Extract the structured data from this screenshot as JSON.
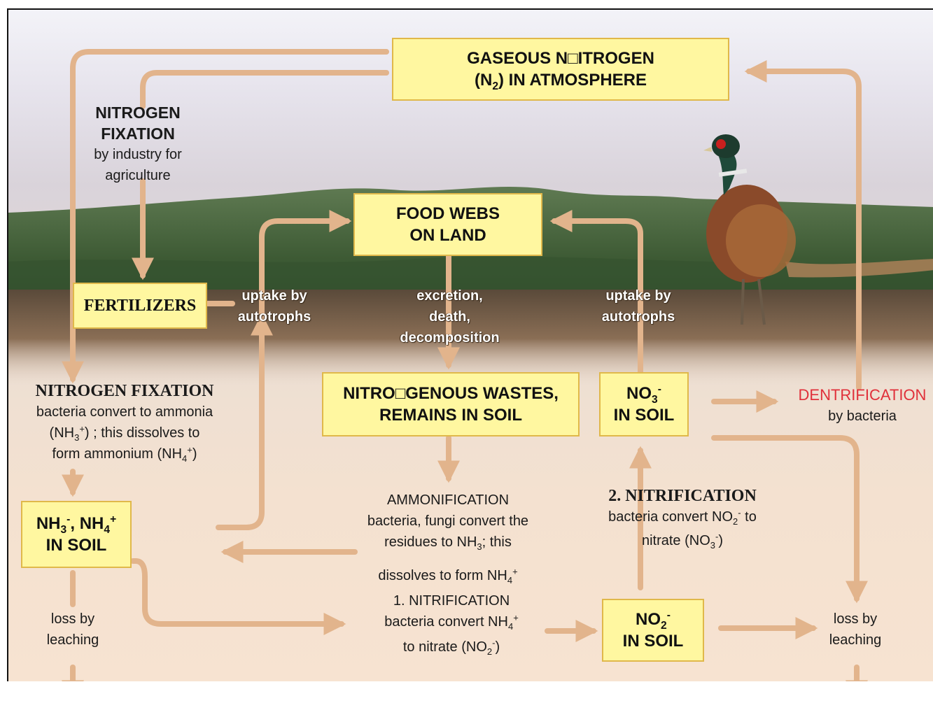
{
  "boxes": {
    "gaseous_line1": "GASEOUS N□ITROGEN",
    "gaseous_line2_pre": "(N",
    "gaseous_line2_sub": "2",
    "gaseous_line2_post": ") IN ATMOSPHERE",
    "food_line1": "FOOD WEBS",
    "food_line2": "ON LAND",
    "fertilizers": "FERTILIZERS",
    "wastes_line1": "NITRO□GENOUS WASTES,",
    "wastes_line2": "REMAINS IN SOIL",
    "no3_line1": "NO",
    "no3_sub": "3",
    "no3_sup": "-",
    "no3_line2": "IN SOIL",
    "nh_line1_a": "NH",
    "nh_line1_a_sub": "3",
    "nh_line1_a_sup": "-",
    "nh_line1_b": ", NH",
    "nh_line1_b_sub": "4",
    "nh_line1_b_sup": "+",
    "nh_line2": "IN SOIL",
    "no2_line1": "NO",
    "no2_sub": "2",
    "no2_sup": "-",
    "no2_line2": "IN SOIL"
  },
  "labels": {
    "fix_industry_title1": "NITROGEN",
    "fix_industry_title2": "FIXATION",
    "fix_industry_desc1": "by industry for",
    "fix_industry_desc2": "agriculture",
    "uptake_left1": "uptake by",
    "uptake_left2": "autotrophs",
    "excretion1": "excretion,",
    "excretion2": "death,",
    "excretion3": "decomposition",
    "uptake_right1": "uptake by",
    "uptake_right2": "autotrophs",
    "fix_bact_title": "NITROGEN FIXATION",
    "fix_bact_desc1": "bacteria convert to ammonia",
    "fix_bact_desc2_a": "(NH",
    "fix_bact_desc2_sub": "3",
    "fix_bact_desc2_sup": "+",
    "fix_bact_desc2_b": ") ; this dissolves to",
    "fix_bact_desc3_a": "form ammonium (NH",
    "fix_bact_desc3_sub": "4",
    "fix_bact_desc3_sup": "+",
    "fix_bact_desc3_b": ")",
    "denitrification": "DENTRIFICATION",
    "denitrification_by": "by bacteria",
    "ammon_title": "AMMONIFICATION",
    "ammon_desc1": "bacteria, fungi convert the",
    "ammon_desc2_a": "residues to NH",
    "ammon_desc2_sub": "3",
    "ammon_desc2_b": "; this",
    "ammon_desc3_a": "dissolves to form NH",
    "ammon_desc3_sub": "4",
    "ammon_desc3_sup": "+",
    "nitri2_title": "2. NITRIFICATION",
    "nitri2_desc1_a": "bacteria convert NO",
    "nitri2_desc1_sub": "2",
    "nitri2_desc1_sup": "-",
    "nitri2_desc1_b": "to",
    "nitri2_desc2_a": "nitrate (NO",
    "nitri2_desc2_sub": "3",
    "nitri2_desc2_sup": "-",
    "nitri2_desc2_b": ")",
    "nitri1_title": "1. NITRIFICATION",
    "nitri1_desc1_a": "bacteria convert NH",
    "nitri1_desc1_sub": "4",
    "nitri1_desc1_sup": "+",
    "nitri1_desc2_a": "to nitrate (NO",
    "nitri1_desc2_sub": "2",
    "nitri1_desc2_sup": "-",
    "nitri1_desc2_b": ")",
    "leach_left1": "loss by",
    "leach_left2": "leaching",
    "leach_right1": "loss by",
    "leach_right2": "leaching"
  },
  "colors": {
    "box_fill": "#fff7a0",
    "box_border": "#e0b84a",
    "arrow": "#e2b48c",
    "denitrification": "#e0303a"
  }
}
